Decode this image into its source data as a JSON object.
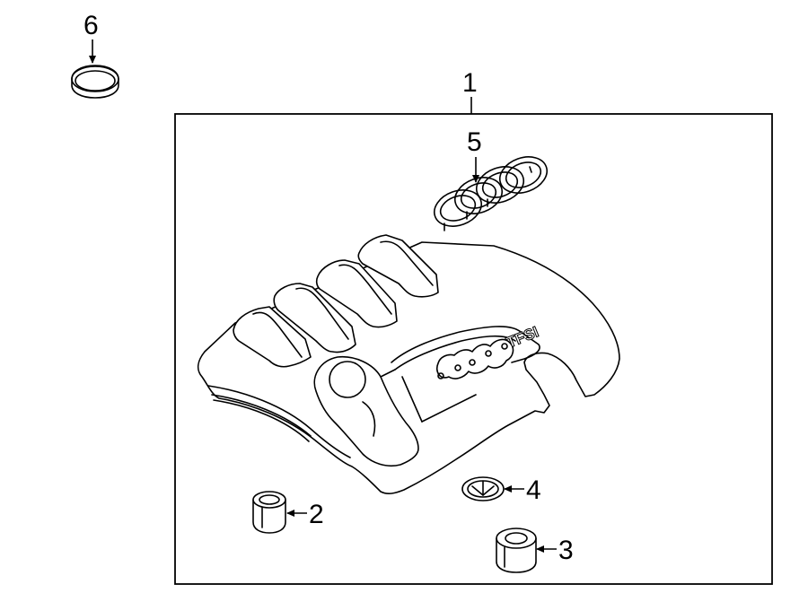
{
  "callouts": {
    "c1": "1",
    "c2": "2",
    "c3": "3",
    "c4": "4",
    "c5": "5",
    "c6": "6"
  },
  "emblem_text": "TFSI"
}
